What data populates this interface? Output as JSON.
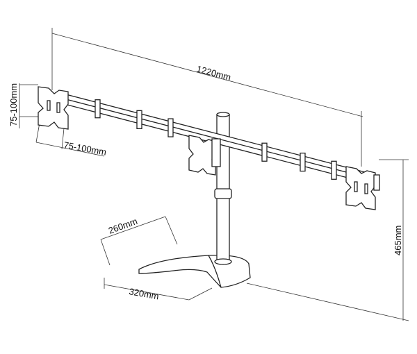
{
  "dimensions": {
    "total_width": "1220mm",
    "height": "465mm",
    "vesa_vertical": "75-100mm",
    "vesa_horizontal": "75-100mm",
    "base_depth": "260mm",
    "base_width": "320mm"
  }
}
